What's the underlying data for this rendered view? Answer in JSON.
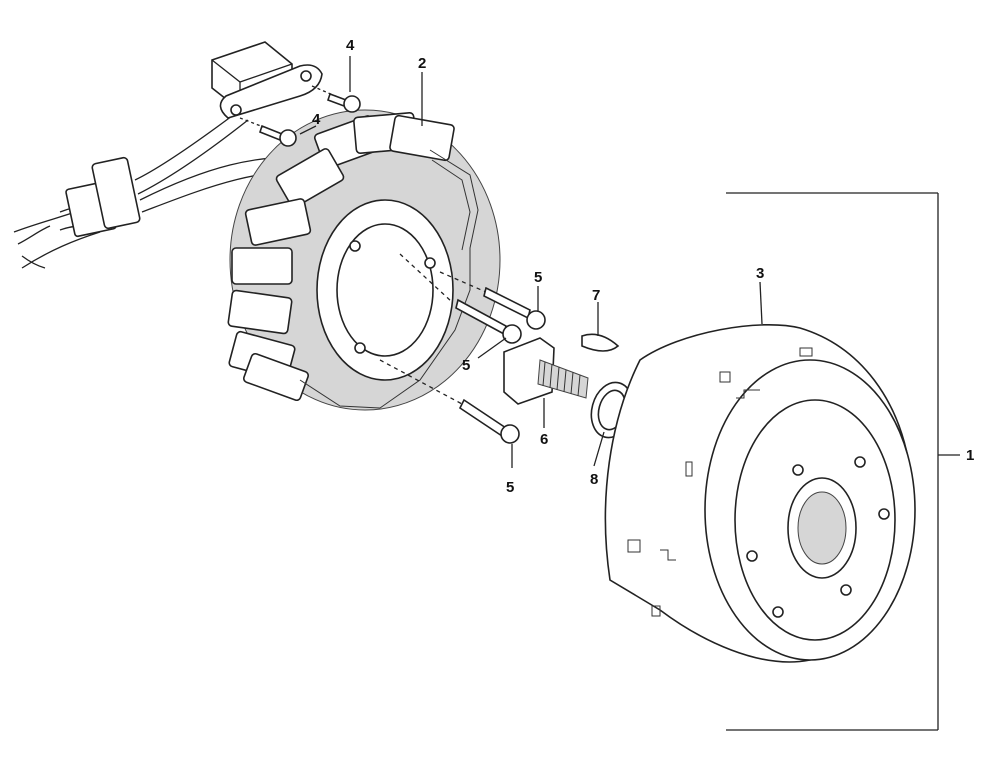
{
  "callouts": {
    "c1": "1",
    "c2": "2",
    "c3": "3",
    "c4a": "4",
    "c4b": "4",
    "c5a": "5",
    "c5b": "5",
    "c5c": "5",
    "c6": "6",
    "c7": "7",
    "c8": "8"
  }
}
